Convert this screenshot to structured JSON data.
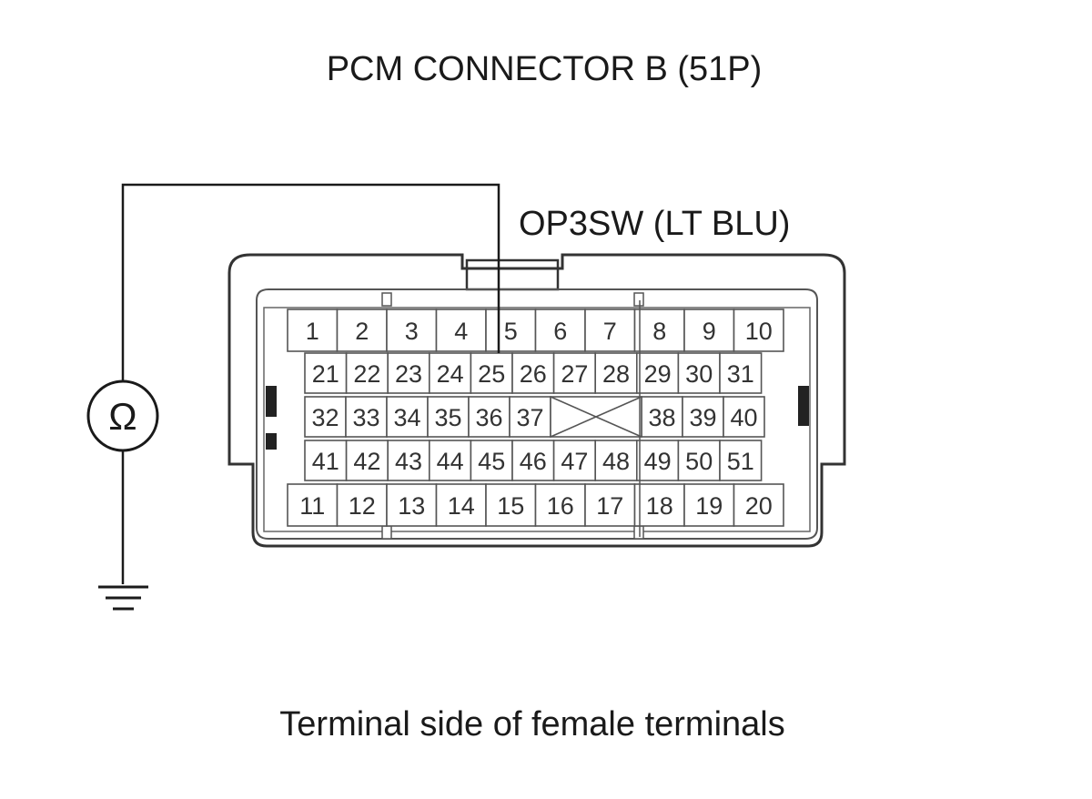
{
  "title": "PCM CONNECTOR B (51P)",
  "wire_label": "OP3SW (LT BLU)",
  "caption": "Terminal side of female terminals",
  "meter_symbol": "Ω",
  "probe_terminal": "25",
  "colors": {
    "line": "#1a1a1a",
    "connector_outline": "#333333",
    "pin_outline": "#555555",
    "pin_text": "#333333"
  },
  "connector": {
    "pin_count": 51,
    "rows": [
      [
        "1",
        "2",
        "3",
        "4",
        "5",
        "6",
        "7",
        "8",
        "9",
        "10"
      ],
      [
        "21",
        "22",
        "23",
        "24",
        "25",
        "26",
        "27",
        "28",
        "29",
        "30",
        "31"
      ],
      [
        "32",
        "33",
        "34",
        "35",
        "36",
        "37",
        "38",
        "39",
        "40"
      ],
      [
        "41",
        "42",
        "43",
        "44",
        "45",
        "46",
        "47",
        "48",
        "49",
        "50",
        "51"
      ],
      [
        "11",
        "12",
        "13",
        "14",
        "15",
        "16",
        "17",
        "18",
        "19",
        "20"
      ]
    ]
  }
}
